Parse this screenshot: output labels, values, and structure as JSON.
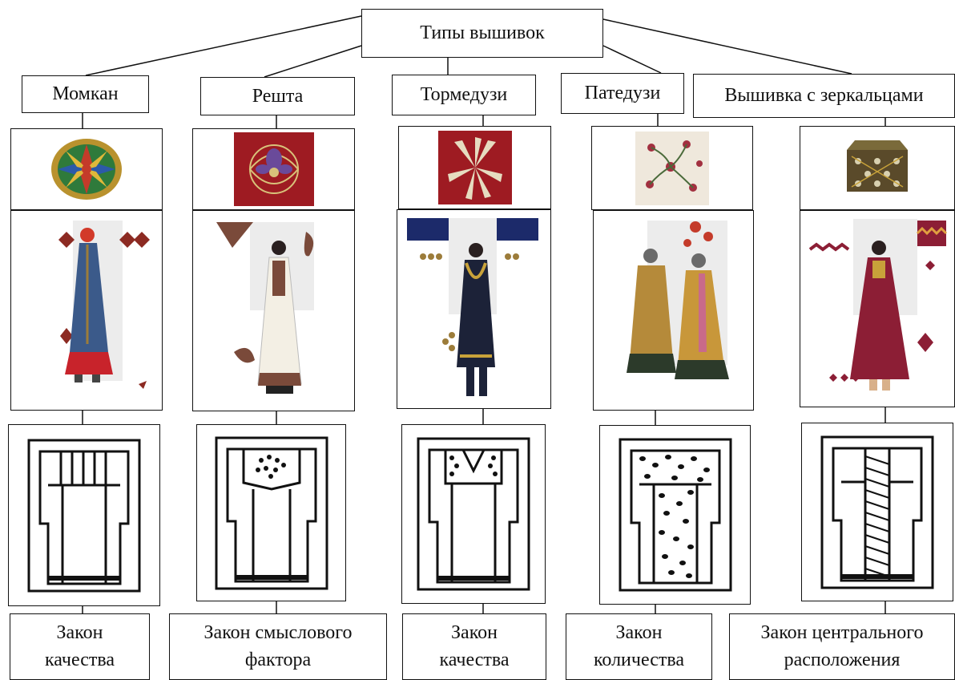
{
  "root": {
    "label": "Типы вышивок"
  },
  "columns": [
    {
      "name": "Момкан",
      "law": "Закон\nкачества",
      "icons": {
        "swatch": "round-multicolor-embroidered-cushion",
        "costume": "woman-in-blue-embroidered-robe-photo",
        "pattern": "vertical-stripes-yoke-schematic"
      }
    },
    {
      "name": "Решта",
      "law": "Закон смыслового\nфактора",
      "icons": {
        "swatch": "red-gold-floral-embroidery",
        "costume": "woman-in-white-coat-with-paisley-photo",
        "pattern": "floral-cluster-collar-schematic"
      }
    },
    {
      "name": "Тормедузи",
      "law": "Закон\nкачества",
      "icons": {
        "swatch": "red-gold-leaf-embroidery",
        "costume": "woman-in-black-embroidered-coat-photo",
        "pattern": "v-neck-yoke-schematic"
      }
    },
    {
      "name": "Патедузи",
      "law": "Закон\nколичества",
      "icons": {
        "swatch": "cream-floral-embroidery",
        "costume": "two-women-in-floral-coats-photo",
        "pattern": "all-over-dots-schematic"
      }
    },
    {
      "name": "Вышивка с зеркальцами",
      "law": "Закон центрального\nрасположения",
      "icons": {
        "swatch": "mirror-embroidered-box",
        "costume": "woman-in-red-dress-photo",
        "pattern": "central-vertical-band-schematic"
      }
    }
  ],
  "colors": {
    "line": "#111111",
    "cushion": "#c8a23a",
    "red_ground": "#9e1b22",
    "gold": "#d8c27a",
    "dark_coat": "#1c2238",
    "floral": "#b58a3a",
    "wine": "#8c1e35",
    "blue_robe": "#3b5a8a"
  }
}
